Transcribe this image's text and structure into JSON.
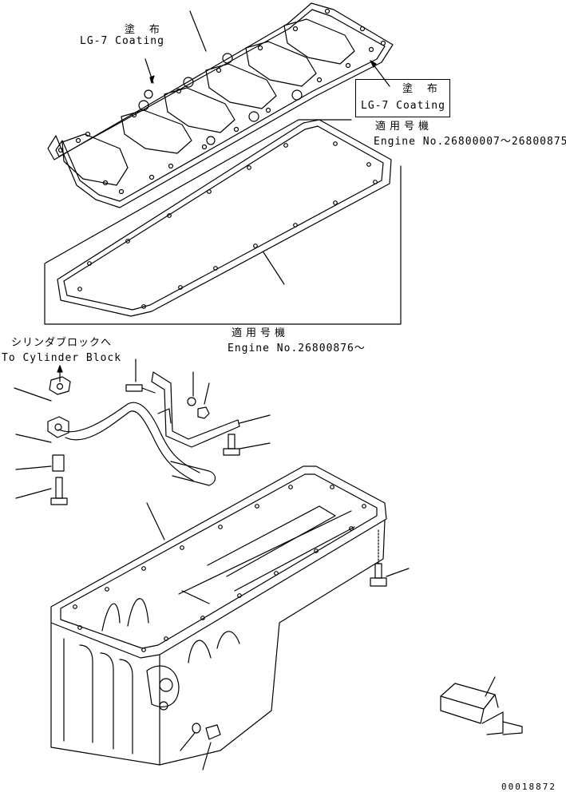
{
  "annotations": {
    "coating_top_jp": "塗 布",
    "coating_top_en": "LG-7 Coating",
    "coating_box_jp": "塗 布",
    "coating_box_en": "LG-7 Coating",
    "serial_1_jp": "適用号機",
    "serial_1_en": "Engine No.26800007～26800875",
    "serial_2_jp": "適用号機",
    "serial_2_en": "Engine No.26800876～",
    "cylinder_block_jp": "シリンダブロックへ",
    "cylinder_block_en": "To Cylinder Block",
    "drawing_number": "00018872"
  },
  "colors": {
    "line": "#000000",
    "background": "#ffffff"
  }
}
